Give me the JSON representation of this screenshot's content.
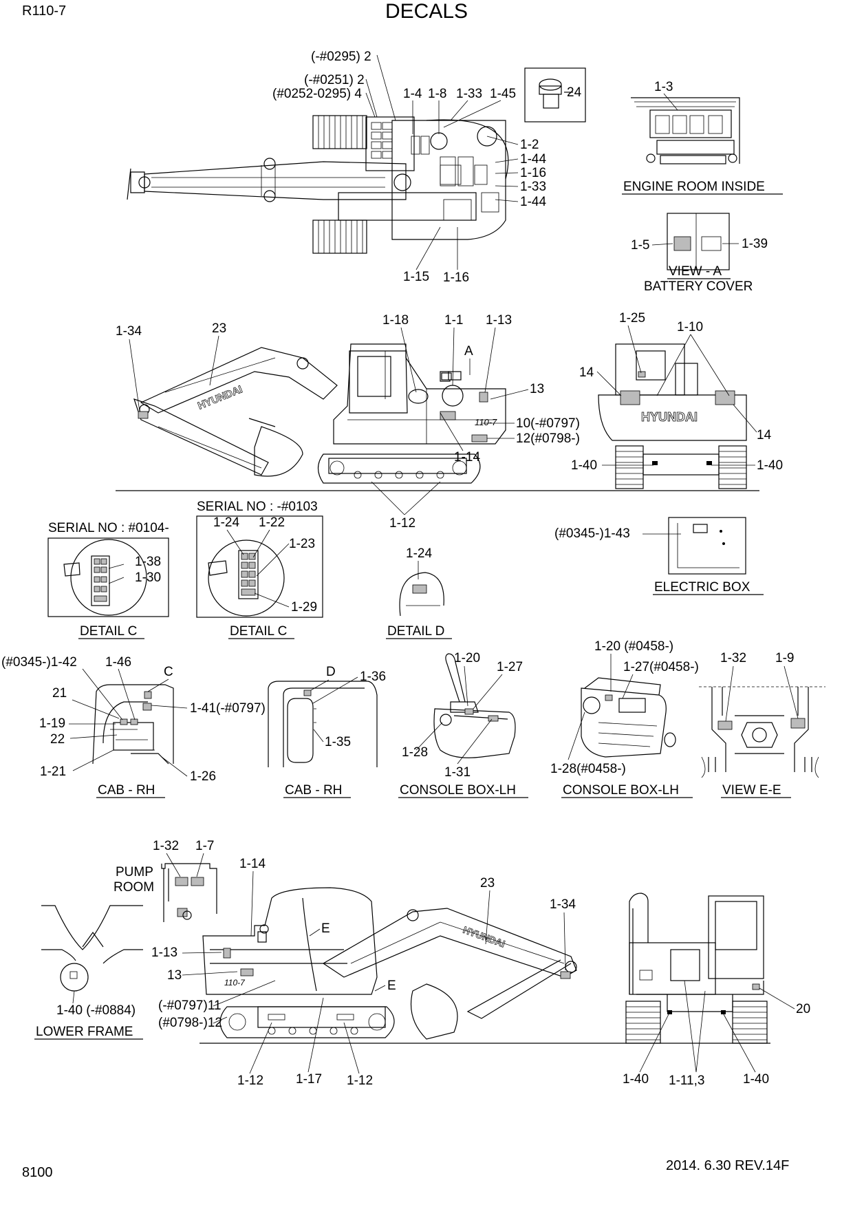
{
  "header": {
    "model": "R110-7",
    "title": "DECALS"
  },
  "footer": {
    "page": "8100",
    "date_rev": "2014. 6.30  REV.14F"
  },
  "top_view": {
    "callouts": [
      "(-#0295) 2",
      "(-#0251) 2",
      "(#0252-0295) 4",
      "1-4",
      "1-8",
      "1-33",
      "1-45",
      "24",
      "1-2",
      "1-44",
      "1-16",
      "1-33",
      "1-44",
      "1-15",
      "1-16"
    ]
  },
  "engine_room": {
    "callout": "1-3",
    "caption": "ENGINE ROOM INSIDE"
  },
  "view_a": {
    "callouts": [
      "1-5",
      "1-39"
    ],
    "caption1": "VIEW - A",
    "caption2": "BATTERY COVER"
  },
  "side_view": {
    "callouts": [
      "1-34",
      "23",
      "1-18",
      "1-1",
      "1-13",
      "A",
      "13",
      "10(-#0797)",
      "12(#0798-)",
      "1-14",
      "1-12"
    ],
    "brand": "HYUNDAI",
    "model_badge": "110-7"
  },
  "rear_view": {
    "callouts": [
      "1-25",
      "1-10",
      "14",
      "14",
      "1-40",
      "1-40"
    ],
    "brand": "HYUNDAI"
  },
  "detail_c1": {
    "serial": "SERIAL NO : #0104-",
    "callouts": [
      "1-38",
      "1-30"
    ],
    "caption": "DETAIL C"
  },
  "detail_c2": {
    "serial": "SERIAL NO : -#0103",
    "callouts": [
      "1-24",
      "1-22",
      "1-23",
      "1-29"
    ],
    "caption": "DETAIL C"
  },
  "detail_d": {
    "callout": "1-24",
    "caption": "DETAIL D"
  },
  "electric_box": {
    "callout": "(#0345-)1-43",
    "caption": "ELECTRIC BOX"
  },
  "cab_rh1": {
    "callouts": [
      "(#0345-)1-42",
      "1-46",
      "C",
      "21",
      "1-41(-#0797)",
      "1-19",
      "22",
      "1-21",
      "1-26"
    ],
    "caption": "CAB - RH"
  },
  "cab_rh2": {
    "callouts": [
      "D",
      "1-36",
      "1-35"
    ],
    "caption": "CAB - RH"
  },
  "console1": {
    "callouts": [
      "1-20",
      "1-27",
      "1-28",
      "1-31"
    ],
    "caption": "CONSOLE BOX-LH"
  },
  "console2": {
    "callouts": [
      "1-20 (#0458-)",
      "1-27(#0458-)",
      "1-28(#0458-)"
    ],
    "caption": "CONSOLE BOX-LH"
  },
  "view_ee": {
    "callouts": [
      "1-32",
      "1-9"
    ],
    "caption": "VIEW  E-E"
  },
  "pump_room": {
    "label1": "PUMP",
    "label2": "ROOM",
    "callouts": [
      "1-32",
      "1-7"
    ]
  },
  "lower_frame": {
    "callout": "1-40 (-#0884)",
    "caption": "LOWER FRAME"
  },
  "bottom_side": {
    "callouts": [
      "1-14",
      "1-13",
      "13",
      "(-#0797)11",
      "(#0798-)12",
      "E",
      "E",
      "23",
      "1-34",
      "1-12",
      "1-17",
      "1-12"
    ],
    "brand": "HYUNDAI",
    "model_badge": "110-7"
  },
  "bottom_rear": {
    "callouts": [
      "20",
      "1-40",
      "1-11,3",
      "1-40"
    ]
  }
}
